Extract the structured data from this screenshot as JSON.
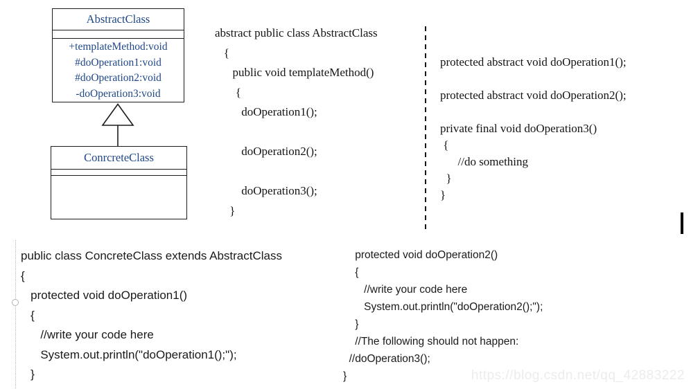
{
  "colors": {
    "background": "#ffffff",
    "uml_text": "#1F4788",
    "uml_border": "#1c1c1c",
    "code_text": "#141414",
    "watermark_gray": "#ececec"
  },
  "uml": {
    "abstract_class": {
      "title": "AbstractClass",
      "methods": [
        "+templateMethod:void",
        "#doOperation1:void",
        "#doOperation2:void",
        "-doOperation3:void"
      ]
    },
    "concrete_class": {
      "title": "ConrcreteClass"
    }
  },
  "code": {
    "abstract_class_decl": [
      "abstract public class AbstractClass",
      "   {",
      "      public void templateMethod()",
      "       {",
      "         doOperation1();",
      "",
      "         doOperation2();",
      "",
      "         doOperation3();",
      "     }"
    ],
    "abstract_methods": [
      "protected abstract void doOperation1();",
      "",
      "protected abstract void doOperation2();",
      "",
      "private final void doOperation3()",
      " {",
      "      //do something",
      "  }",
      "}"
    ],
    "concrete_class_part1": [
      "public class ConcreteClass extends AbstractClass",
      "{",
      "   protected void doOperation1()",
      "   {",
      "      //write your code here",
      "      System.out.println(\"doOperation1();\");",
      "   }"
    ],
    "concrete_class_part2": [
      "    protected void doOperation2()",
      "    {",
      "       //write your code here",
      "       System.out.println(\"doOperation2();\");",
      "    }",
      "    //The following should not happen:",
      "  //doOperation3();",
      "}"
    ]
  },
  "watermark": "https://blog.csdn.net/qq_42883222"
}
